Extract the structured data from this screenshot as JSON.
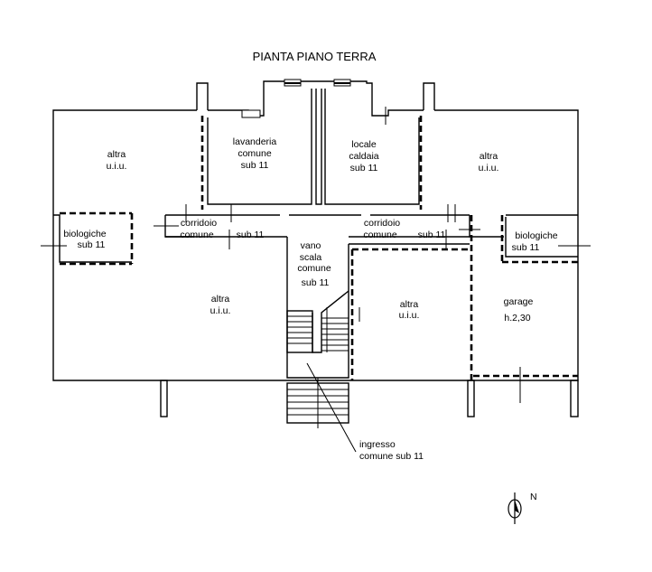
{
  "title": "PIANTA PIANO TERRA",
  "rooms": {
    "altra_top_left": [
      "altra",
      "u.i.u."
    ],
    "lavanderia": [
      "lavanderia",
      "comune",
      "sub 11"
    ],
    "locale_caldaia": [
      "locale",
      "caldaia",
      "sub 11"
    ],
    "altra_top_right": [
      "altra",
      "u.i.u."
    ],
    "biologiche_left": [
      "biologiche",
      "sub 11"
    ],
    "corridoio_left": [
      "corridoio",
      "comune"
    ],
    "corridoio_left_sub": "sub 11",
    "corridoio_right": [
      "corridoio",
      "comune"
    ],
    "corridoio_right_sub": "sub 11",
    "biologiche_right": [
      "biologiche",
      "sub 11"
    ],
    "vano_scala": [
      "vano",
      "scala",
      "comune",
      "sub 11"
    ],
    "altra_bottom_left": [
      "altra",
      "u.i.u."
    ],
    "altra_bottom_mid": [
      "altra",
      "u.i.u."
    ],
    "garage": [
      "garage",
      "h.2,30"
    ]
  },
  "ingresso": [
    "ingresso",
    "comune sub 11"
  ],
  "north": "N"
}
